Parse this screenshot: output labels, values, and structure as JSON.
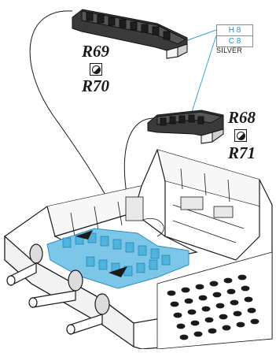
{
  "labels": {
    "upper_part_a": "R69",
    "upper_part_b": "R70",
    "lower_part_a": "R68",
    "lower_part_b": "R71"
  },
  "paint": {
    "code_1": "H 8",
    "code_2": "C 8",
    "name": "SILVER"
  },
  "icons": {
    "pair_indicator": "mirror-pair-icon"
  },
  "colors": {
    "ink": "#1a1a1a",
    "accent": "#2a8fc0",
    "highlight": "#4fb3de"
  }
}
